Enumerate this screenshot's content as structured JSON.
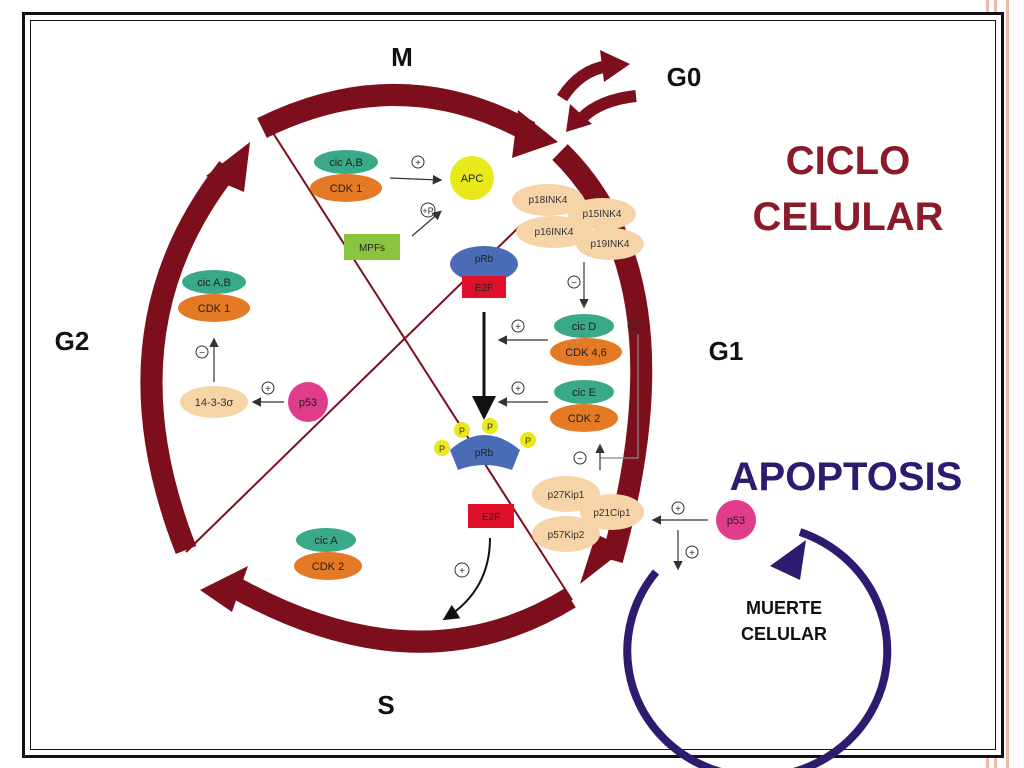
{
  "phases": {
    "m": "M",
    "g0": "G0",
    "g1": "G1",
    "g2": "G2",
    "s": "S"
  },
  "titles": {
    "ciclo": "CICLO",
    "celular": "CELULAR",
    "apoptosis": "APOPTOSIS",
    "muerte": "MUERTE",
    "muerte_celular": "CELULAR"
  },
  "molecules": {
    "cyc_ab_m": "cic A,B",
    "cdk1_m": "CDK 1",
    "apc": "APC",
    "mpf": "MPFs",
    "inhibitor_p15": "p15INK4",
    "inhibitor_p16": "p16INK4",
    "inhibitor_p18": "p18INK4",
    "inhibitor_p19": "p19INK4",
    "rb_top": "pRb",
    "e2f_top": "E2F",
    "cyc_d": "cic D",
    "cdk46": "CDK 4,6",
    "cyc_e": "cic E",
    "cdk2_e": "CDK 2",
    "rb_phos": "pRb",
    "phos": "P",
    "e2f_bottom": "E2F",
    "p27": "p27Kip1",
    "p21": "p21Cip1",
    "p57": "p57Kip2",
    "p53_right": "p53",
    "cyc_ab_g2": "cic A,B",
    "cdk1_g2": "CDK 1",
    "protein_1433": "14-3-3σ",
    "p53_left": "p53",
    "cyc_a": "cic A",
    "cdk2_s": "CDK 2"
  },
  "signs": {
    "plus": "+",
    "minus": "−",
    "plus_p": "+P"
  },
  "colors": {
    "cycle_arrow": "#7d0f1d",
    "apoptosis": "#2e1a6e",
    "cyclin": "#3aa98a",
    "cdk": "#e47a25",
    "inhibitor": "#f7d3a8",
    "apc": "#e8e81a",
    "mpf": "#8bc53f",
    "rb": "#4a6bb5",
    "e2f": "#e0102a",
    "p53": "#e13b8c"
  }
}
